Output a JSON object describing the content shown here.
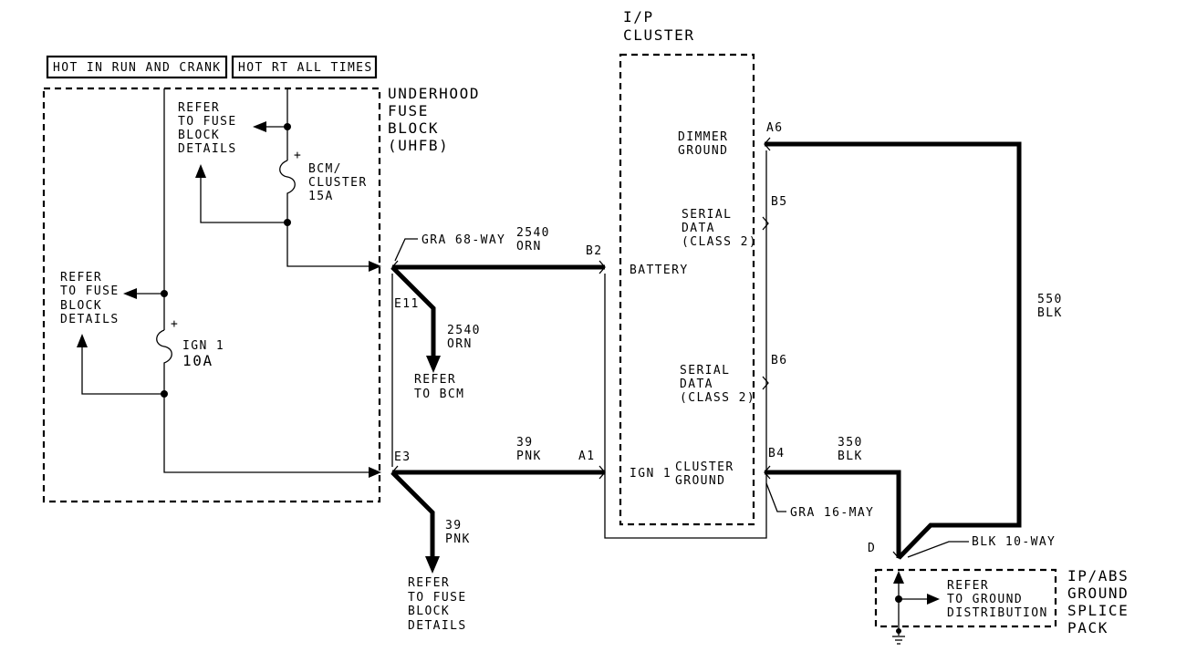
{
  "power_labels": {
    "run_crank": "HOT IN RUN AND CRANK",
    "all_times": "HOT RT ALL TIMES"
  },
  "uhfb": {
    "title": [
      "UNDERHOOD",
      "FUSE",
      "BLOCK",
      "(UHFB)"
    ],
    "bcm_fuse": {
      "name": [
        "BCM/",
        "CLUSTER"
      ],
      "rating": "15A",
      "polarity": "+"
    },
    "ign_fuse": {
      "name": "IGN 1",
      "rating": "10A",
      "polarity": "+"
    },
    "refer_top": [
      "REFER",
      "TO FUSE",
      "BLOCK",
      "DETAILS"
    ],
    "refer_left": [
      "REFER",
      "TO FUSE",
      "BLOCK",
      "DETAILS"
    ]
  },
  "uhfb_connector": {
    "name": "GRA 68-WAY",
    "pin_upper": "E11",
    "pin_lower": "E3"
  },
  "wires": {
    "battery_feed": {
      "circuit": "2540",
      "color": "ORN"
    },
    "bcm_feed": {
      "circuit": "2540",
      "color": "ORN"
    },
    "ign_feed": {
      "circuit": "39",
      "color": "PNK"
    },
    "fuse_block_feed": {
      "circuit": "39",
      "color": "PNK"
    },
    "cluster_ground": {
      "circuit": "350",
      "color": "BLK"
    },
    "dimmer_ground": {
      "circuit": "550",
      "color": "BLK"
    }
  },
  "destinations": {
    "bcm": [
      "REFER",
      "TO BCM"
    ],
    "fuse_block": [
      "REFER",
      "TO FUSE",
      "BLOCK",
      "DETAILS"
    ],
    "ground": [
      "REFER",
      "TO GROUND",
      "DISTRIBUTION"
    ]
  },
  "cluster": {
    "title": [
      "I/P",
      "CLUSTER"
    ],
    "pins": {
      "a6": "A6",
      "b5": "B5",
      "b6": "B6",
      "b4": "B4",
      "b2": "B2",
      "a1": "A1"
    },
    "terminals": {
      "dimmer_ground": [
        "DIMMER",
        "GROUND"
      ],
      "serial_data_1": [
        "SERIAL",
        "DATA",
        "(CLASS 2)"
      ],
      "battery": "BATTERY",
      "serial_data_2": [
        "SERIAL",
        "DATA",
        "(CLASS 2)"
      ],
      "ign": "IGN 1",
      "cluster_ground": [
        "CLUSTER",
        "GROUND"
      ]
    },
    "connector_name": "GRA 16-MAY"
  },
  "ground_splice": {
    "connector_name": "BLK 10-WAY",
    "pin": "D",
    "title": [
      "IP/ABS",
      "GROUND",
      "SPLICE",
      "PACK"
    ]
  }
}
